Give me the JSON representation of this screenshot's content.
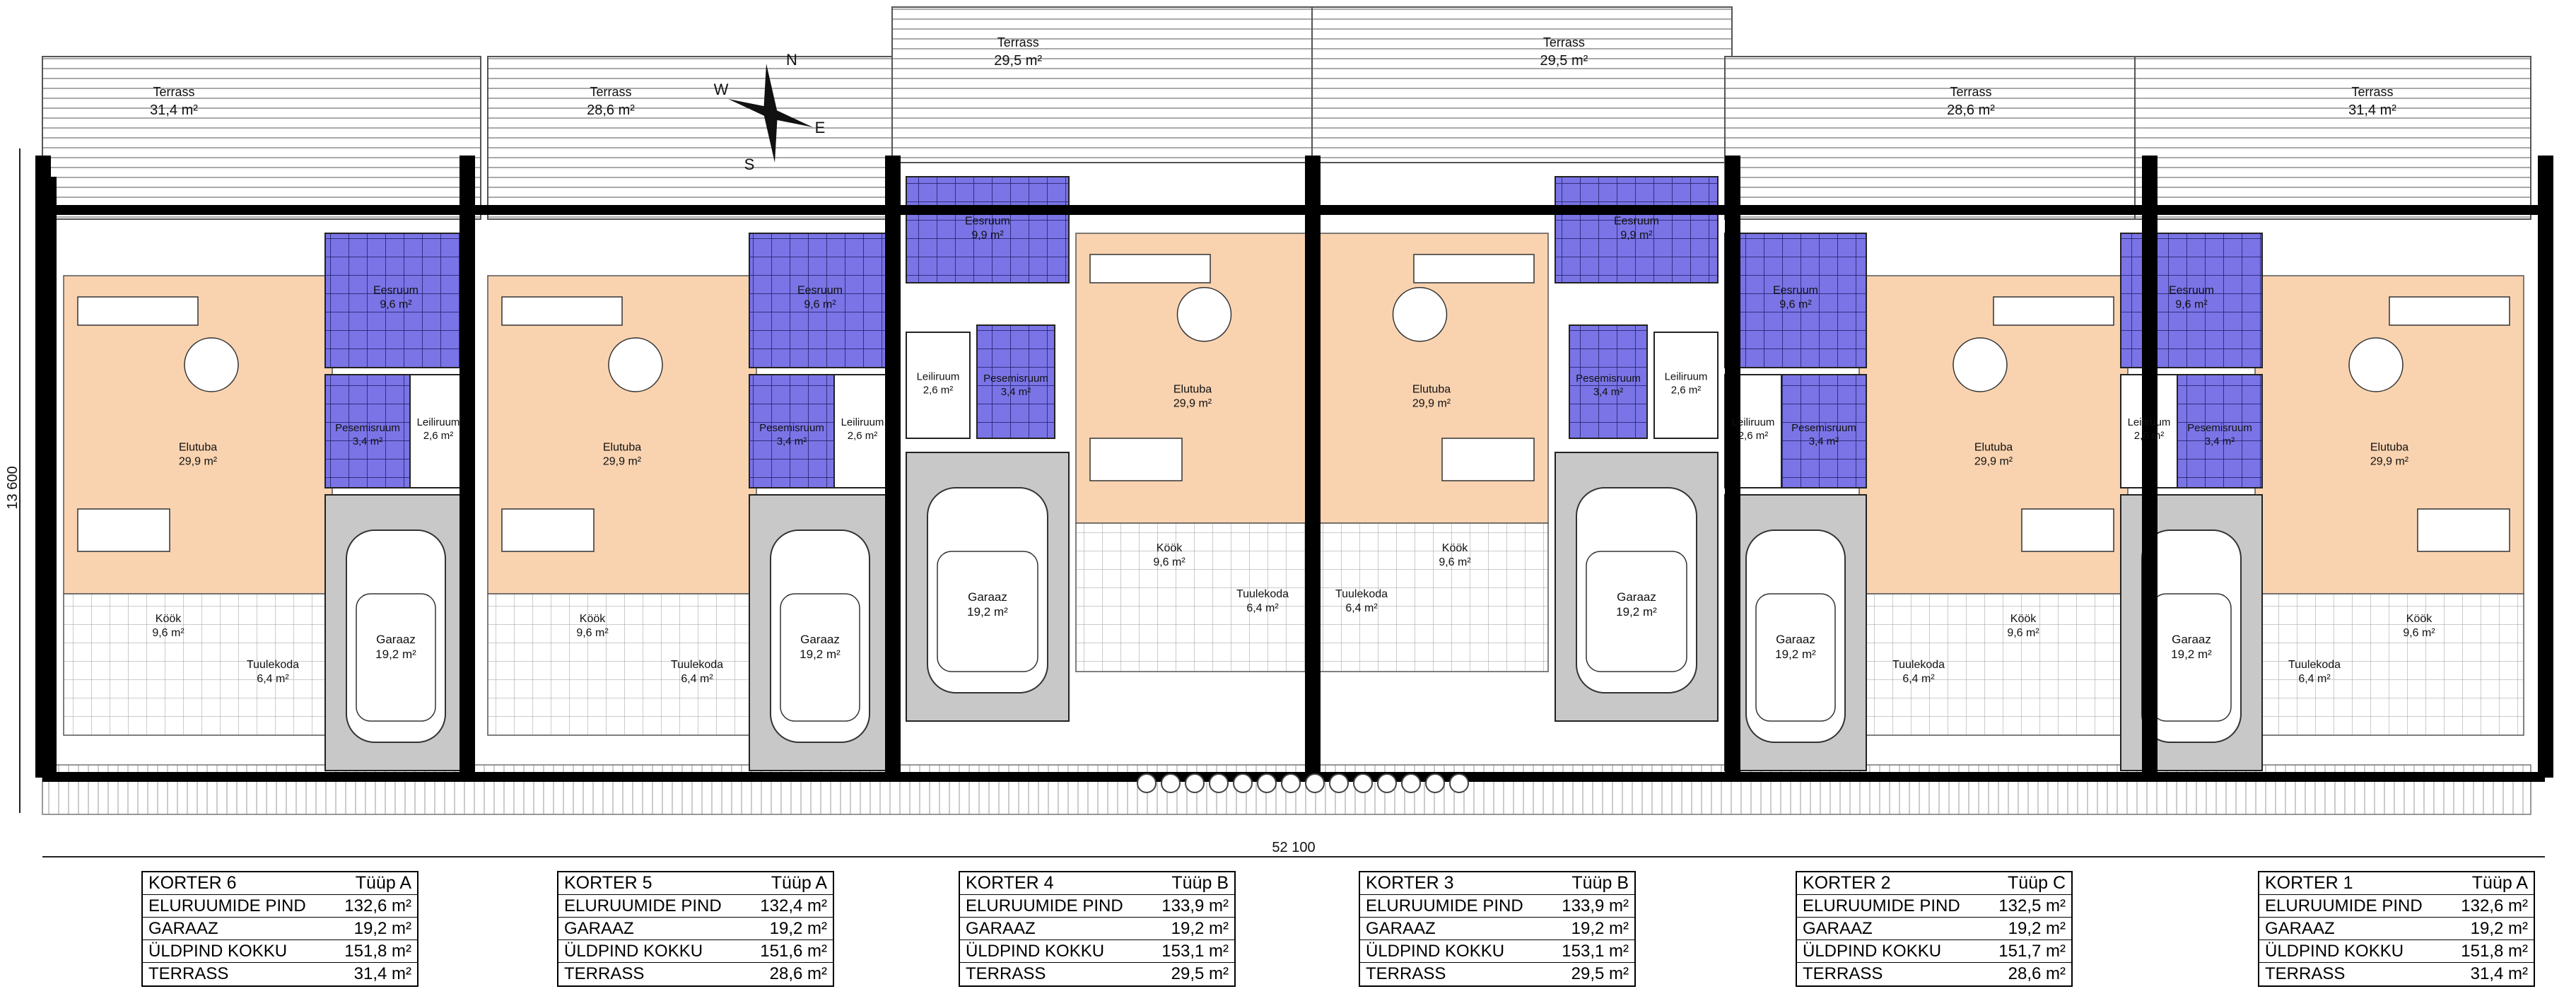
{
  "plan": {
    "overall_width": "52 100",
    "overall_depth": "13 600",
    "terraces": [
      {
        "label": "Terrass",
        "area": "31,4 m²"
      },
      {
        "label": "Terrass",
        "area": "28,6 m²"
      },
      {
        "label": "Terrass",
        "area": "29,5 m²"
      },
      {
        "label": "Terrass",
        "area": "29,5 m²"
      },
      {
        "label": "Terrass",
        "area": "28,6 m²"
      },
      {
        "label": "Terrass",
        "area": "31,4 m²"
      }
    ],
    "compass": {
      "n": "N",
      "e": "E",
      "s": "S",
      "w": "W"
    },
    "units": [
      {
        "rooms": [
          {
            "name": "Eesruum",
            "area": "9,6 m²"
          },
          {
            "name": "Elutuba",
            "area": "29,9 m²"
          },
          {
            "name": "Pesemisruum",
            "area": "3,4 m²"
          },
          {
            "name": "Leiliruum",
            "area": "2,6 m²"
          },
          {
            "name": "Köök",
            "area": "9,6 m²"
          },
          {
            "name": "Tuulekoda",
            "area": "6,4 m²"
          },
          {
            "name": "Garaaz",
            "area": "19,2 m²"
          }
        ]
      },
      {
        "rooms": [
          {
            "name": "Eesruum",
            "area": "9,6 m²"
          },
          {
            "name": "Elutuba",
            "area": "29,9 m²"
          },
          {
            "name": "Pesemisruum",
            "area": "3,4 m²"
          },
          {
            "name": "Leiliruum",
            "area": "2,6 m²"
          },
          {
            "name": "Köök",
            "area": "9,6 m²"
          },
          {
            "name": "Tuulekoda",
            "area": "6,4 m²"
          },
          {
            "name": "Garaaz",
            "area": "19,2 m²"
          }
        ]
      },
      {
        "rooms": [
          {
            "name": "Eesruum",
            "area": "9,9 m²"
          },
          {
            "name": "Elutuba",
            "area": "29,9 m²"
          },
          {
            "name": "Pesemisruum",
            "area": "3,4 m²"
          },
          {
            "name": "Leiliruum",
            "area": "2,6 m²"
          },
          {
            "name": "Köök",
            "area": "9,6 m²"
          },
          {
            "name": "Tuulekoda",
            "area": "6,4 m²"
          },
          {
            "name": "Garaaz",
            "area": "19,2 m²"
          }
        ]
      },
      {
        "rooms": [
          {
            "name": "Eesruum",
            "area": "9,9 m²"
          },
          {
            "name": "Elutuba",
            "area": "29,9 m²"
          },
          {
            "name": "Pesemisruum",
            "area": "3,4 m²"
          },
          {
            "name": "Leiliruum",
            "area": "2,6 m²"
          },
          {
            "name": "Köök",
            "area": "9,6 m²"
          },
          {
            "name": "Tuulekoda",
            "area": "6,4 m²"
          },
          {
            "name": "Garaaz",
            "area": "19,2 m²"
          }
        ]
      },
      {
        "rooms": [
          {
            "name": "Eesruum",
            "area": "9,6 m²"
          },
          {
            "name": "Elutuba",
            "area": "29,9 m²"
          },
          {
            "name": "Pesemisruum",
            "area": "3,4 m²"
          },
          {
            "name": "Leiliruum",
            "area": "2,6 m²"
          },
          {
            "name": "Köök",
            "area": "9,6 m²"
          },
          {
            "name": "Tuulekoda",
            "area": "6,4 m²"
          },
          {
            "name": "Garaaz",
            "area": "19,2 m²"
          }
        ]
      },
      {
        "rooms": [
          {
            "name": "Eesruum",
            "area": "9,6 m²"
          },
          {
            "name": "Elutuba",
            "area": "29,9 m²"
          },
          {
            "name": "Pesemisruum",
            "area": "3,4 m²"
          },
          {
            "name": "Leiliruum",
            "area": "2,6 m²"
          },
          {
            "name": "Köök",
            "area": "9,6 m²"
          },
          {
            "name": "Tuulekoda",
            "area": "6,4 m²"
          },
          {
            "name": "Garaaz",
            "area": "19,2 m²"
          }
        ]
      }
    ],
    "colors": {
      "living": "#f9d3b0",
      "bath": "#7a74e6",
      "garage": "#c8c8c8",
      "wall": "#000000",
      "terrace_lines": "#555555"
    }
  },
  "summaries": [
    {
      "korter": "KORTER 6",
      "tyyp": "Tüüp A",
      "rows": [
        {
          "label": "ELURUUMIDE PIND",
          "value": "132,6 m²"
        },
        {
          "label": "GARAAZ",
          "value": "19,2 m²"
        },
        {
          "label": "ÜLDPIND KOKKU",
          "value": "151,8 m²"
        },
        {
          "label": "TERRASS",
          "value": "31,4 m²"
        }
      ]
    },
    {
      "korter": "KORTER 5",
      "tyyp": "Tüüp A",
      "rows": [
        {
          "label": "ELURUUMIDE PIND",
          "value": "132,4 m²"
        },
        {
          "label": "GARAAZ",
          "value": "19,2 m²"
        },
        {
          "label": "ÜLDPIND KOKKU",
          "value": "151,6 m²"
        },
        {
          "label": "TERRASS",
          "value": "28,6 m²"
        }
      ]
    },
    {
      "korter": "KORTER 4",
      "tyyp": "Tüüp B",
      "rows": [
        {
          "label": "ELURUUMIDE PIND",
          "value": "133,9 m²"
        },
        {
          "label": "GARAAZ",
          "value": "19,2 m²"
        },
        {
          "label": "ÜLDPIND KOKKU",
          "value": "153,1 m²"
        },
        {
          "label": "TERRASS",
          "value": "29,5 m²"
        }
      ]
    },
    {
      "korter": "KORTER 3",
      "tyyp": "Tüüp B",
      "rows": [
        {
          "label": "ELURUUMIDE PIND",
          "value": "133,9 m²"
        },
        {
          "label": "GARAAZ",
          "value": "19,2 m²"
        },
        {
          "label": "ÜLDPIND KOKKU",
          "value": "153,1 m²"
        },
        {
          "label": "TERRASS",
          "value": "29,5 m²"
        }
      ]
    },
    {
      "korter": "KORTER 2",
      "tyyp": "Tüüp C",
      "rows": [
        {
          "label": "ELURUUMIDE PIND",
          "value": "132,5 m²"
        },
        {
          "label": "GARAAZ",
          "value": "19,2 m²"
        },
        {
          "label": "ÜLDPIND KOKKU",
          "value": "151,7 m²"
        },
        {
          "label": "TERRASS",
          "value": "28,6 m²"
        }
      ]
    },
    {
      "korter": "KORTER 1",
      "tyyp": "Tüüp A",
      "rows": [
        {
          "label": "ELURUUMIDE PIND",
          "value": "132,6 m²"
        },
        {
          "label": "GARAAZ",
          "value": "19,2 m²"
        },
        {
          "label": "ÜLDPIND KOKKU",
          "value": "151,8 m²"
        },
        {
          "label": "TERRASS",
          "value": "31,4 m²"
        }
      ]
    }
  ]
}
